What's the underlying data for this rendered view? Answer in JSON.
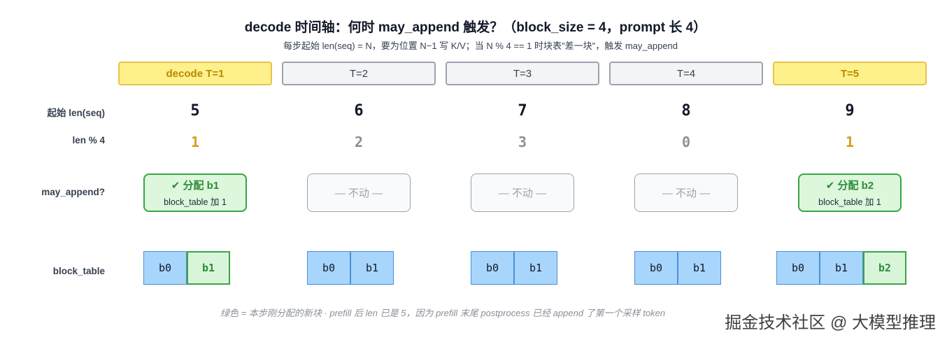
{
  "title": "decode 时间轴：何时 may_append 触发？（block_size = 4，prompt 长 4）",
  "subtitle": "每步起始 len(seq) = N，要为位置 N−1 写 K/V；当 N % 4 == 1 时块表\"差一块\"，触发 may_append",
  "row_labels": {
    "start_len": "起始 len(seq)",
    "mod": "len % 4",
    "may_append": "may_append?",
    "block_table": "block_table"
  },
  "steps": [
    {
      "header": "decode T=1",
      "highlight": true,
      "len": "5",
      "mod": "1",
      "action": {
        "type": "alloc",
        "main": "✔ 分配 b1",
        "sub": "block_table 加 1"
      },
      "blocks": [
        {
          "label": "b0",
          "new": false
        },
        {
          "label": "b1",
          "new": true
        }
      ]
    },
    {
      "header": "T=2",
      "highlight": false,
      "len": "6",
      "mod": "2",
      "action": {
        "type": "idle",
        "main": "— 不动 —"
      },
      "blocks": [
        {
          "label": "b0",
          "new": false
        },
        {
          "label": "b1",
          "new": false
        }
      ]
    },
    {
      "header": "T=3",
      "highlight": false,
      "len": "7",
      "mod": "3",
      "action": {
        "type": "idle",
        "main": "— 不动 —"
      },
      "blocks": [
        {
          "label": "b0",
          "new": false
        },
        {
          "label": "b1",
          "new": false
        }
      ]
    },
    {
      "header": "T=4",
      "highlight": false,
      "len": "8",
      "mod": "0",
      "action": {
        "type": "idle",
        "main": "— 不动 —"
      },
      "blocks": [
        {
          "label": "b0",
          "new": false
        },
        {
          "label": "b1",
          "new": false
        }
      ]
    },
    {
      "header": "T=5",
      "highlight": true,
      "len": "9",
      "mod": "1",
      "action": {
        "type": "alloc",
        "main": "✔ 分配 b2",
        "sub": "block_table 加 1"
      },
      "blocks": [
        {
          "label": "b0",
          "new": false
        },
        {
          "label": "b1",
          "new": false
        },
        {
          "label": "b2",
          "new": true
        }
      ]
    }
  ],
  "footnote": "绿色 = 本步刚分配的新块 · prefill 后 len 已是 5，因为 prefill 末尾 postprocess 已经 append 了第一个采样 token",
  "watermark": "掘金技术社区 @ 大模型推理",
  "colors": {
    "highlight_bg": "#fef08a",
    "alloc_green": "#3aa345",
    "old_block_blue": "#a8d5fb",
    "mod_one_gold": "#d4a017"
  }
}
